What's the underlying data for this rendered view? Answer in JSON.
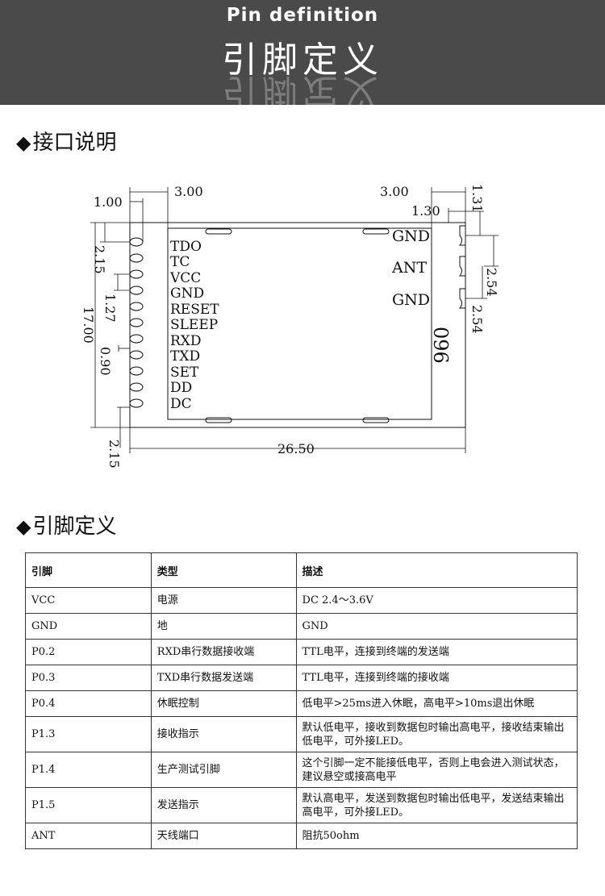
{
  "header": {
    "title_en": "Pin definition",
    "title_zh": "引脚定义"
  },
  "section1": {
    "marker": "◆",
    "title": "接口说明"
  },
  "section2": {
    "marker": "◆",
    "title": "引脚定义"
  },
  "drawing": {
    "left_pins": [
      "TDO",
      "TC",
      "VCC",
      "GND",
      "RESET",
      "SLEEP",
      "RXD",
      "TXD",
      "SET",
      "DD",
      "DC"
    ],
    "right_pins": [
      "GND",
      "ANT",
      "GND"
    ],
    "chip_mark": "096",
    "dims": {
      "top_left_width": "3.00",
      "left_offset": "1.00",
      "top_right_width": "3.00",
      "right_offset": "1.30",
      "right_top": "1.31",
      "left_top_gap": "2.15",
      "pitch": "1.27",
      "total_height": "17.00",
      "pad_width": "0.90",
      "right_pitch_1": "2.54",
      "right_pitch_2": "2.54",
      "bottom_gap": "2.15",
      "total_width": "26.50"
    }
  },
  "table": {
    "headers": [
      "引脚",
      "类型",
      "描述"
    ],
    "rows": [
      [
        "VCC",
        "电源",
        "DC 2.4～3.6V"
      ],
      [
        "GND",
        "地",
        "GND"
      ],
      [
        "P0.2",
        "RXD串行数据接收端",
        "TTL电平，连接到终端的发送端"
      ],
      [
        "P0.3",
        "TXD串行数据发送端",
        "TTL电平，连接到终端的接收端"
      ],
      [
        "P0.4",
        "休眠控制",
        "低电平>25ms进入休眠，高电平>10ms退出休眠"
      ],
      [
        "P1.3",
        "接收指示",
        "默认低电平，接收到数据包时输出高电平，接收结束输出低电平，可外接LED。"
      ],
      [
        "P1.4",
        "生产测试引脚",
        "这个引脚一定不能接低电平，否则上电会进入测试状态，建议悬空或接高电平"
      ],
      [
        "P1.5",
        "发送指示",
        "默认高电平，发送到数据包时输出低电平，发送结束输出高电平，可外接LED。"
      ],
      [
        "ANT",
        "天线端口",
        "阻抗50ohm"
      ]
    ]
  }
}
